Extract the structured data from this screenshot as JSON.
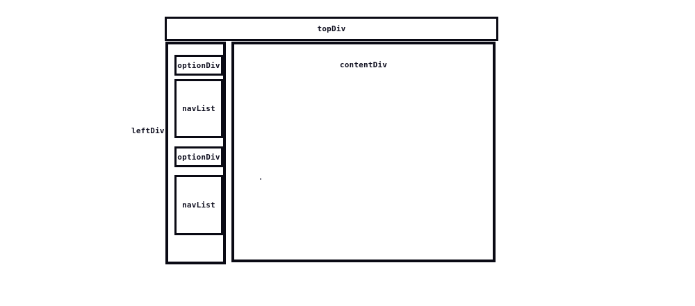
{
  "page": {
    "background_color": "#ffffff",
    "border_color": "#0a0a14",
    "text_color": "#101020"
  },
  "top_div": {
    "label": "topDiv"
  },
  "left_div": {
    "label": "leftDiv",
    "children": [
      {
        "label": "optionDiv"
      },
      {
        "label": "navList"
      },
      {
        "label": "optionDiv"
      },
      {
        "label": "navList"
      }
    ]
  },
  "content_div": {
    "label": "contentDiv"
  }
}
